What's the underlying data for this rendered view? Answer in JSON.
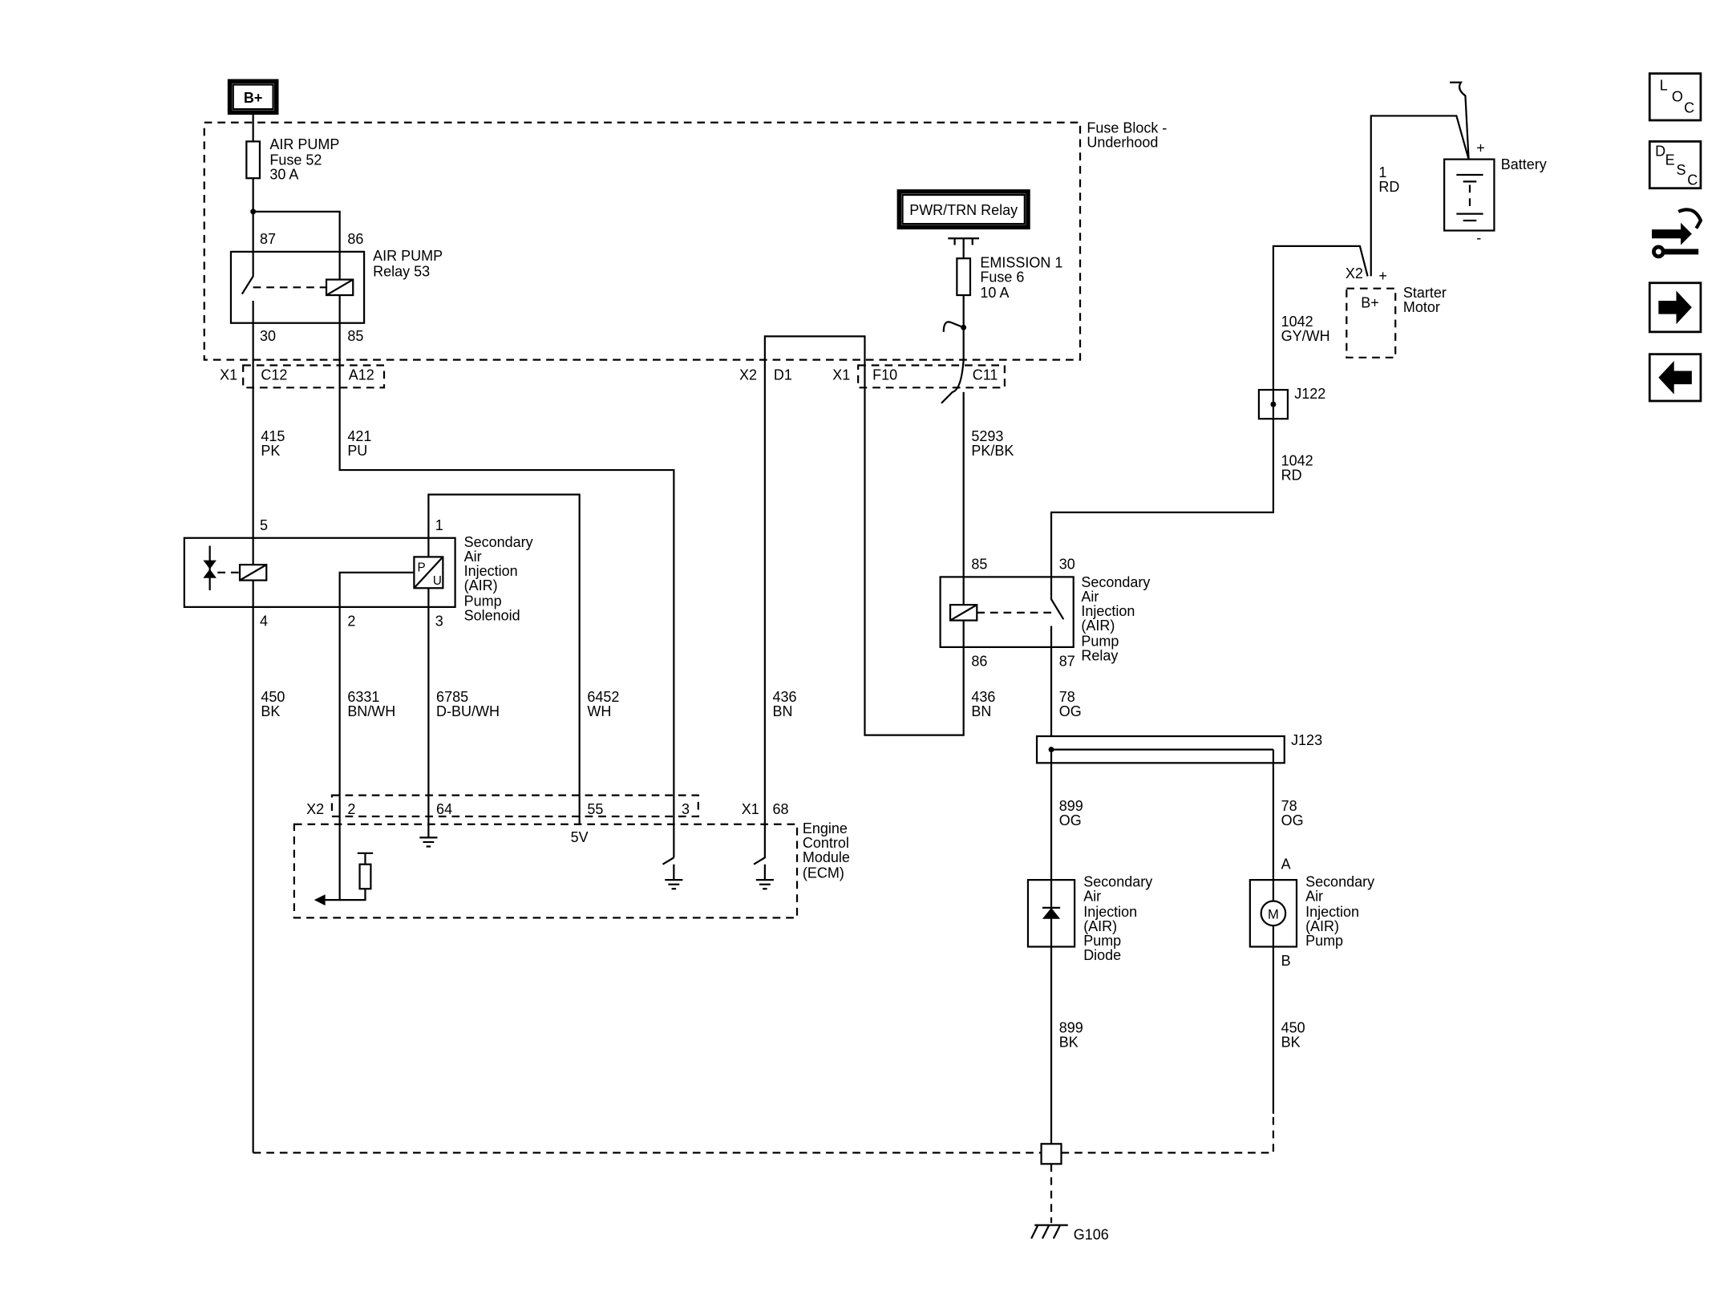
{
  "top": {
    "battery_plus": "B+",
    "fuse_block_1": "Fuse Block -",
    "fuse_block_2": "Underhood",
    "fuse52": [
      "AIR PUMP",
      "Fuse 52",
      "30 A"
    ],
    "relay53": [
      "AIR PUMP",
      "Relay 53"
    ],
    "relay53_pins": {
      "p87": "87",
      "p86": "86",
      "p30": "30",
      "p85": "85"
    },
    "pwr_trn_relay": "PWR/TRN Relay",
    "fuse6": [
      "EMISSION 1",
      "Fuse 6",
      "10 A"
    ],
    "connectors": {
      "x1": "X1",
      "c12": "C12",
      "a12": "A12",
      "x2": "X2",
      "d1": "D1",
      "x1b": "X1",
      "f10": "F10",
      "c11": "C11"
    }
  },
  "wires": {
    "w415": [
      "415",
      "PK"
    ],
    "w421": [
      "421",
      "PU"
    ],
    "w5293": [
      "5293",
      "PK/BK"
    ],
    "w450a": [
      "450",
      "BK"
    ],
    "w6331": [
      "6331",
      "BN/WH"
    ],
    "w6785": [
      "6785",
      "D-BU/WH"
    ],
    "w6452": [
      "6452",
      "WH"
    ],
    "w436a": [
      "436",
      "BN"
    ],
    "w436b": [
      "436",
      "BN"
    ],
    "w78a": [
      "78",
      "OG"
    ],
    "w899a": [
      "899",
      "OG"
    ],
    "w78b": [
      "78",
      "OG"
    ],
    "w899b": [
      "899",
      "BK"
    ],
    "w450b": [
      "450",
      "BK"
    ],
    "w1042a": [
      "1042",
      "GY/WH"
    ],
    "w1042b": [
      "1042",
      "RD"
    ],
    "w1rd": [
      "1",
      "RD"
    ]
  },
  "solenoid": {
    "label": [
      "Secondary",
      "Air",
      "Injection",
      "(AIR)",
      "Pump",
      "Solenoid"
    ],
    "pins": {
      "p5": "5",
      "p4": "4",
      "p2": "2",
      "p1": "1",
      "p3": "3"
    },
    "pu_p": "P",
    "pu_u": "U"
  },
  "ecm": {
    "label": [
      "Engine",
      "Control",
      "Module",
      "(ECM)"
    ],
    "pins": {
      "x2": "X2",
      "p2": "2",
      "p64": "64",
      "p55": "55",
      "p3": "3",
      "x1": "X1",
      "p68": "68"
    },
    "v5": "5V"
  },
  "air_relay": {
    "label": [
      "Secondary",
      "Air",
      "Injection",
      "(AIR)",
      "Pump",
      "Relay"
    ],
    "pins": {
      "p85": "85",
      "p30": "30",
      "p86": "86",
      "p87": "87"
    }
  },
  "splices": {
    "j122": "J122",
    "j123": "J123",
    "g106": "G106"
  },
  "diode": {
    "label": [
      "Secondary",
      "Air",
      "Injection",
      "(AIR)",
      "Pump",
      "Diode"
    ]
  },
  "pump": {
    "label": [
      "Secondary",
      "Air",
      "Injection",
      "(AIR)",
      "Pump"
    ],
    "pin_a": "A",
    "pin_b": "B",
    "motor": "M"
  },
  "battery": {
    "label": "Battery",
    "plus": "+",
    "minus": "-"
  },
  "starter": {
    "label": [
      "Starter",
      "Motor"
    ],
    "x2": "X2",
    "plus": "+",
    "bplus": "B+"
  },
  "nav": {
    "loc": [
      "L",
      "O",
      "C"
    ],
    "desc": [
      "D",
      "E",
      "S",
      "C"
    ]
  }
}
